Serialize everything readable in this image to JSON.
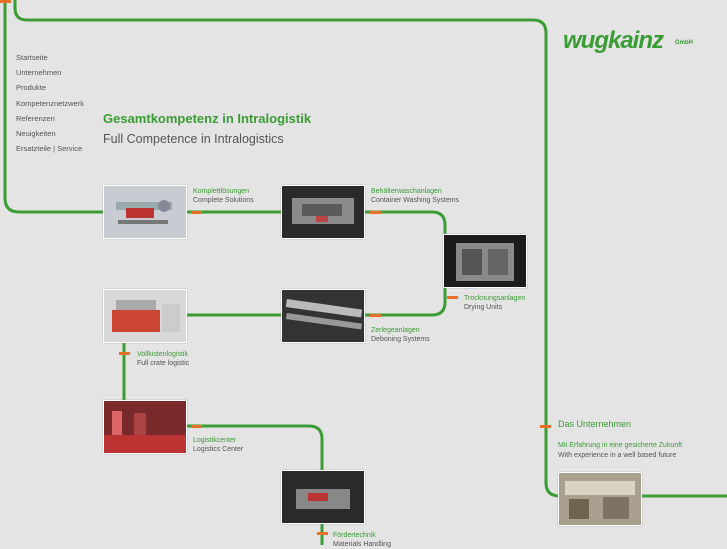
{
  "brand": {
    "logo_text": "wugkainz",
    "logo_suffix": "GmbH",
    "green": "#3a9c35",
    "orange": "#e8712a"
  },
  "nav": [
    "Startseite",
    "Unternehmen",
    "Produkte",
    "Kompetenznetzwerk",
    "Referenzen",
    "Neuigkeiten",
    "Ersatzteile | Service"
  ],
  "headline": {
    "de": "Gesamtkompetenz in Intralogistik",
    "en": "Full Competence in Intralogistics"
  },
  "products": [
    {
      "de": "Komplettlösungen",
      "en": "Complete Solutions"
    },
    {
      "de": "Behälterwaschanlagen",
      "en": "Container Washing Systems"
    },
    {
      "de": "Trocknungsanlagen",
      "en": "Drying Units"
    },
    {
      "de": "Zerlegeanlagen",
      "en": "Deboning Systems"
    },
    {
      "de": "Vollkistenlogistik",
      "en": "Full crate logistic"
    },
    {
      "de": "Logistikcenter",
      "en": "Logistics Center"
    },
    {
      "de": "Fördertechnik",
      "en": "Materials Handling"
    }
  ],
  "company": {
    "title": "Das Unternehmen",
    "de": "Mit Erfahrung in eine gesicherte Zukunft",
    "en": "With experience in a well based future"
  }
}
